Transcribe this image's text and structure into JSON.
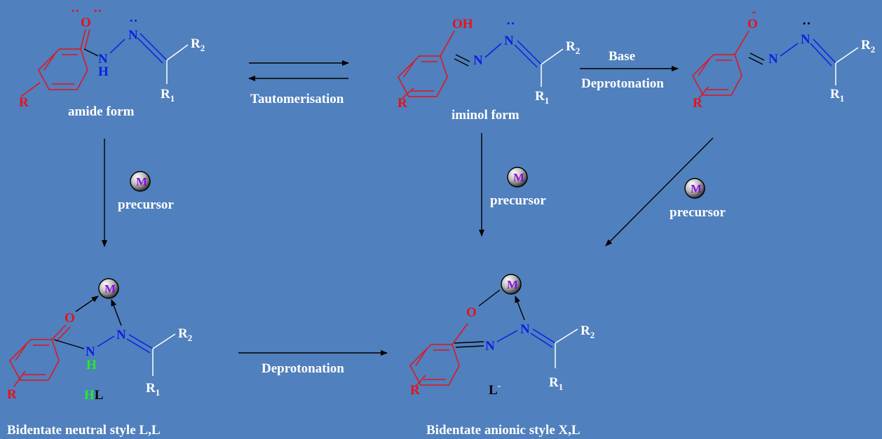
{
  "labels": {
    "amide_form": "amide form",
    "iminol_form": "iminol form",
    "tautomerisation": "Tautomerisation",
    "base": "Base",
    "deprotonation": "Deprotonation",
    "precursor": "precursor",
    "deprotonation_bottom": "Deprotonation",
    "hl_h": "H",
    "hl_l": "L",
    "l_anion": "L",
    "neutral_style": "Bidentate neutral style L,L",
    "anionic_style": "Bidentate anionic style X,L"
  },
  "atoms": {
    "O": "O",
    "OH": "OH",
    "N": "N",
    "H": "H",
    "R": "R",
    "M": "M",
    "R_letter": "R",
    "sub1": "1",
    "sub2": "2",
    "minus": "-",
    "lone_pair": "··"
  },
  "colors": {
    "background": "#5080bd",
    "oxygen": "#e8101a",
    "nitrogen": "#0a1ee6",
    "substituent": "#ffffff",
    "metal_label": "#8a0ed8",
    "nh_hydrogen": "#22ee22"
  }
}
